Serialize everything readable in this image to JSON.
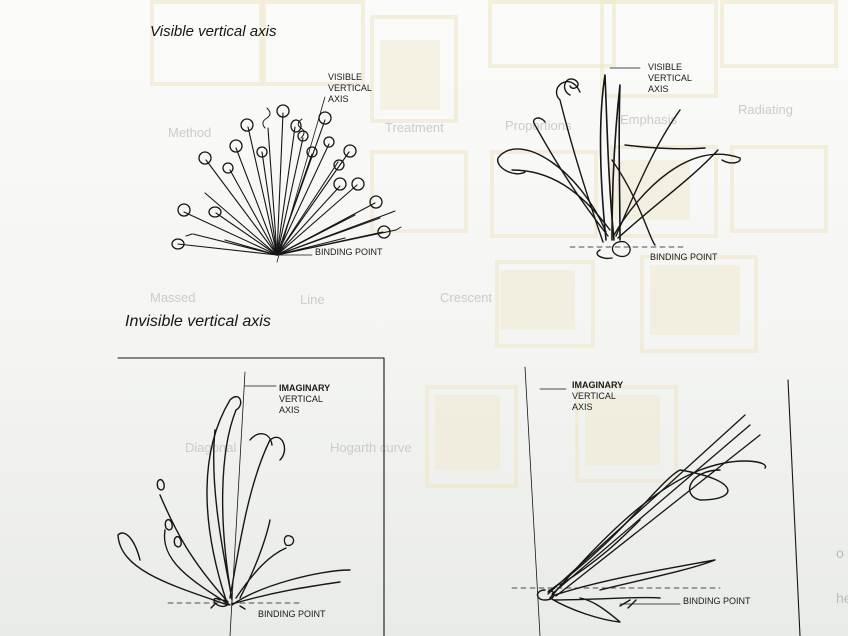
{
  "sections": [
    {
      "heading": "Visible vertical axis"
    },
    {
      "heading": "Invisible vertical axis"
    }
  ],
  "figures": [
    {
      "axis_label": [
        "VISIBLE",
        "VERTICAL",
        "AXIS"
      ],
      "binding_label": "BINDING POINT"
    },
    {
      "axis_label": [
        "VISIBLE",
        "VERTICAL",
        "AXIS"
      ],
      "binding_label": "BINDING POINT"
    },
    {
      "axis_label": [
        "IMAGINARY",
        "VERTICAL",
        "AXIS"
      ],
      "binding_label": "BINDING POINT"
    },
    {
      "axis_label": [
        "IMAGINARY",
        "VERTICAL",
        "AXIS"
      ],
      "binding_label": "BINDING POINT"
    }
  ],
  "bleed_through_text": [
    "Method",
    "Treatment",
    "Proportions",
    "Emphasis",
    "Radiating",
    "Massed",
    "Line",
    "Crescent",
    "Hogarth curve",
    "Diagonal"
  ],
  "cutoff_text": [
    "o shapes are some variations of circle, square, or triangle",
    "he AFD"
  ],
  "colors": {
    "ink": "#161616",
    "paper": "#f7f7f4",
    "bleed": "#efe6c6"
  }
}
